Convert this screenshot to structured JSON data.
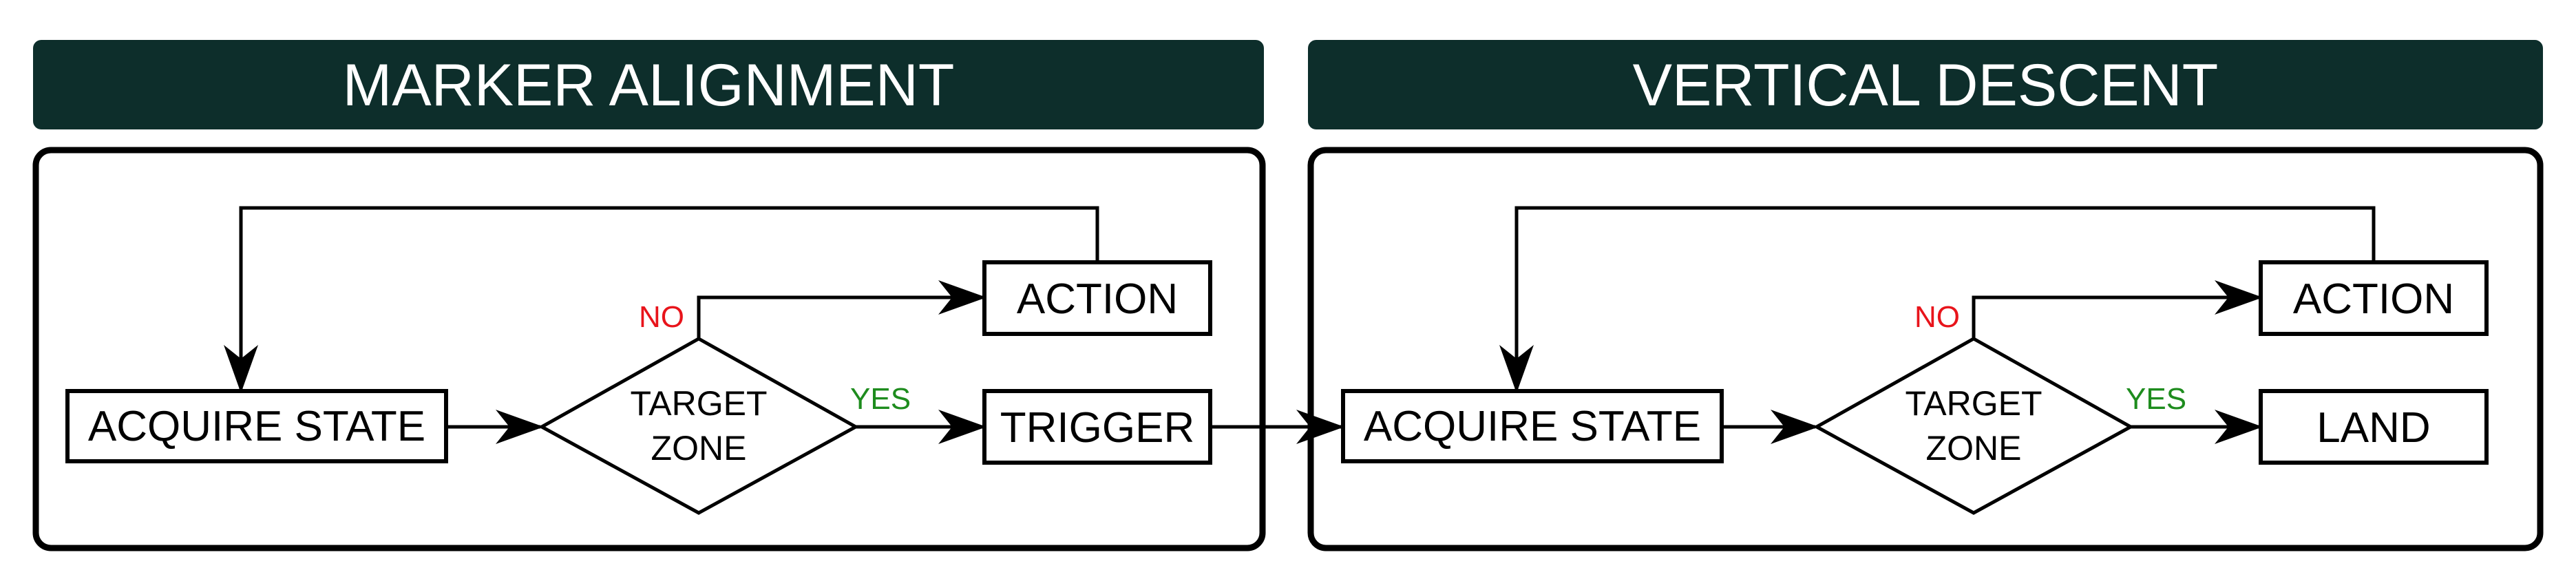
{
  "colors": {
    "header_bg": "#0d2e2b",
    "header_text": "#ffffff",
    "no_label": "#e8141b",
    "yes_label": "#1e8c1e",
    "line": "#000000"
  },
  "panels": [
    {
      "title": "MARKER ALIGNMENT",
      "acquire": "ACQUIRE STATE",
      "decision_line1": "TARGET",
      "decision_line2": "ZONE",
      "no_label": "NO",
      "yes_label": "YES",
      "action": "ACTION",
      "outcome": "TRIGGER"
    },
    {
      "title": "VERTICAL DESCENT",
      "acquire": "ACQUIRE STATE",
      "decision_line1": "TARGET",
      "decision_line2": "ZONE",
      "no_label": "NO",
      "yes_label": "YES",
      "action": "ACTION",
      "outcome": "LAND"
    }
  ]
}
